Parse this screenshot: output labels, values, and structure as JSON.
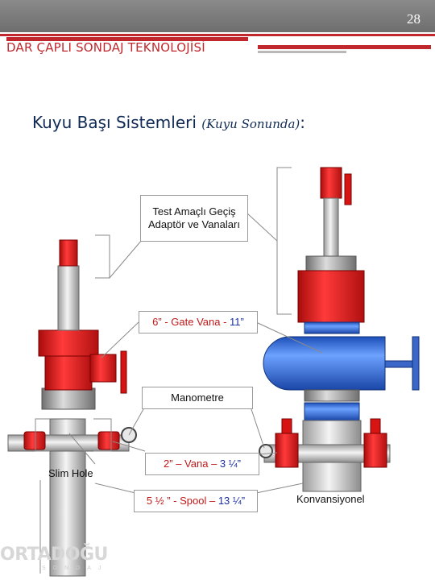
{
  "page_number": "28",
  "header_title": "DAR ÇAPLI SONDAJ TEKNOLOJİSİ",
  "main_title": "Kuyu Başı Sistemleri",
  "main_subtitle": "(Kuyu Sonunda)",
  "main_colon": ":",
  "labels": {
    "test_adaptor": "Test Amaçlı Geçiş Adaptör ve Vanaları",
    "gate_valve_a": "6” - Gate Vana - ",
    "gate_valve_b": "11”",
    "manometre": "Manometre",
    "vana_a": "2” – Vana – ",
    "vana_b": "3 ¼”",
    "spool_a": "5 ½ ” - Spool – ",
    "spool_b": "13 ¼",
    "spool_c": "”",
    "slim_hole": "Slim Hole",
    "konvansiyonel": "Konvansiyonel"
  },
  "logo": {
    "main": "ORTADOĞU",
    "sub": "SONDAJ"
  },
  "colors": {
    "accent_red": "#c0282d",
    "valve_red": "#e01818",
    "valve_blue": "#2f6ed8",
    "title_navy": "#0f2a55",
    "label_blue": "#1a2fa0"
  }
}
